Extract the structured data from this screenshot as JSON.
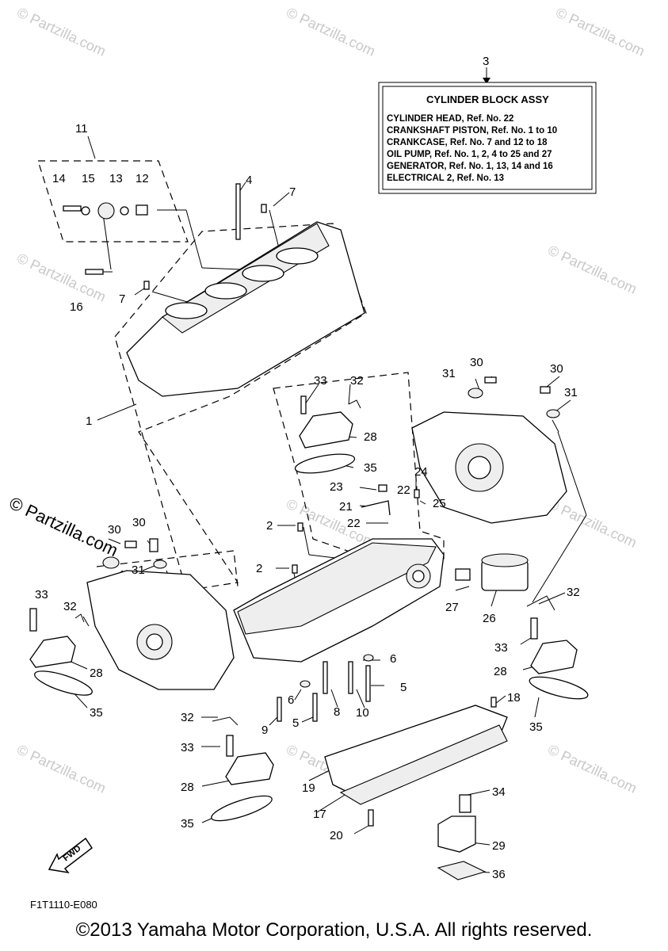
{
  "watermark": "© Partzilla.com",
  "info_box": {
    "ref_number": "3",
    "title": "CYLINDER BLOCK ASSY",
    "lines": [
      "CYLINDER HEAD, Ref. No. 22",
      "CRANKSHAFT PISTON, Ref. No. 1 to 10",
      "CRANKCASE, Ref. No. 7 and 12 to 18",
      "OIL PUMP, Ref. No. 1, 2, 4 to 25 and 27",
      "GENERATOR, Ref. No. 1, 13, 14 and 16",
      "ELECTRICAL 2, Ref. No. 13"
    ]
  },
  "callouts": [
    "11",
    "14",
    "15",
    "13",
    "12",
    "4",
    "7",
    "16",
    "7",
    "1",
    "31",
    "30",
    "30",
    "31",
    "33",
    "32",
    "28",
    "35",
    "23",
    "24",
    "22",
    "21",
    "25",
    "22",
    "2",
    "30",
    "30",
    "31",
    "2",
    "33",
    "32",
    "28",
    "35",
    "27",
    "26",
    "32",
    "6",
    "33",
    "28",
    "5",
    "18",
    "35",
    "32",
    "6",
    "8",
    "10",
    "9",
    "5",
    "33",
    "28",
    "19",
    "35",
    "34",
    "17",
    "20",
    "29",
    "36"
  ],
  "fwd_label": "FWD",
  "diagram_code": "F1T1110-E080",
  "copyright": "©2013 Yamaha Motor Corporation, U.S.A. All rights reserved."
}
